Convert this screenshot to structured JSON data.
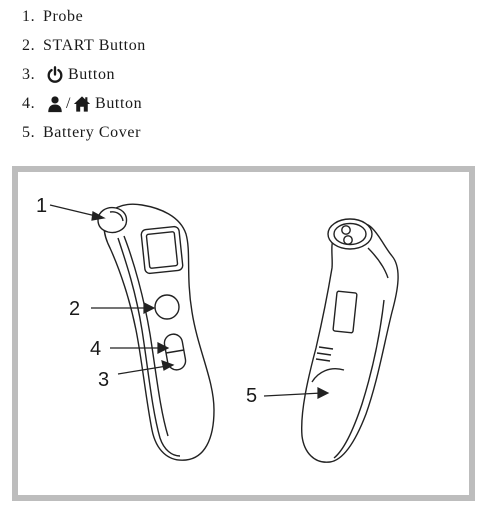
{
  "parts_list": [
    {
      "number": "1.",
      "label": "Probe"
    },
    {
      "number": "2.",
      "label": "START Button"
    },
    {
      "number": "3.",
      "icon": "power-icon",
      "label": "Button"
    },
    {
      "number": "4.",
      "icons": [
        "person-icon",
        "home-icon"
      ],
      "separator": "/",
      "label": "Button"
    },
    {
      "number": "5.",
      "label": "Battery Cover"
    }
  ],
  "figure": {
    "callouts": [
      "1",
      "2",
      "4",
      "3",
      "5"
    ]
  },
  "colors": {
    "text": "#1a1a1a",
    "frame": "#bdbdbd",
    "line": "#222222"
  }
}
